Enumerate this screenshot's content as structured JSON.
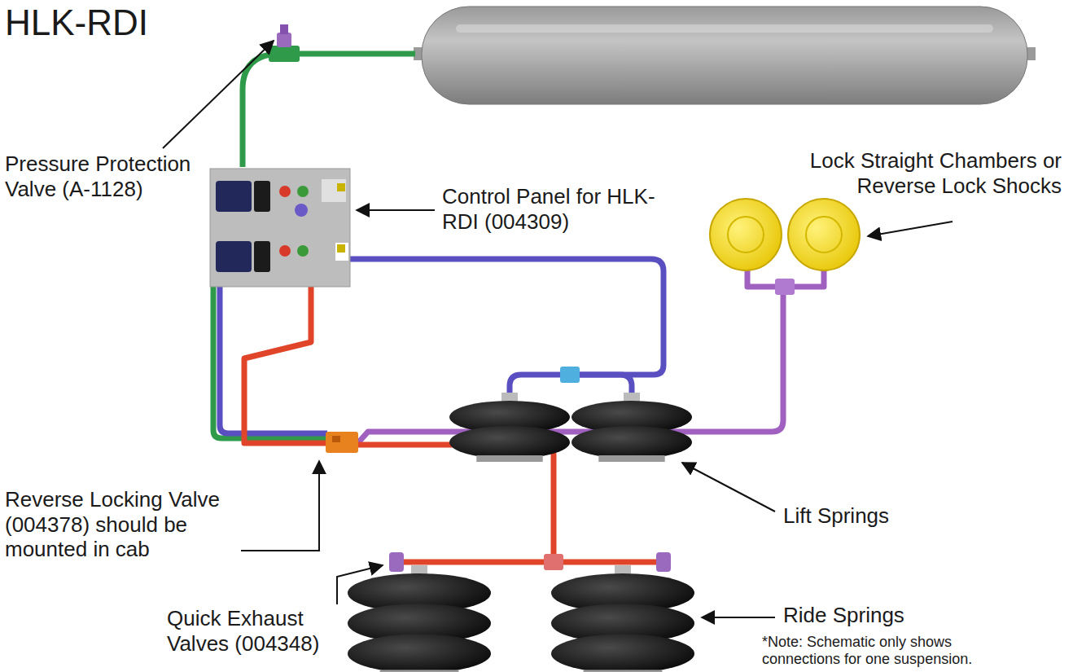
{
  "diagram": {
    "title": "HLK-RDI",
    "labels": [
      "Pressure Protection Valve (A-1128)",
      "Control Panel for HLK-RDI (004309)",
      "Lock Straight Chambers or Reverse Lock Shocks",
      "Lift Springs",
      "Reverse Locking Valve (004378) should be mounted in cab",
      "Quick Exhaust Valves (004348)",
      "Ride Springs",
      "*Note: Schematic only shows connections for one suspension."
    ]
  }
}
